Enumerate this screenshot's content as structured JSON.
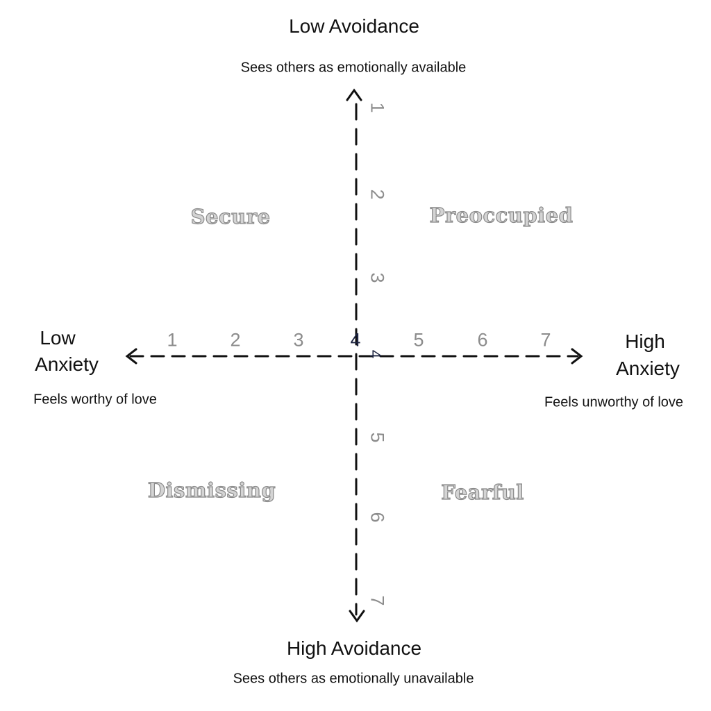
{
  "top": {
    "title": "Low Avoidance",
    "subtitle": "Sees others as emotionally available"
  },
  "bottom": {
    "title": "High Avoidance",
    "subtitle": "Sees others as emotionally unavailable"
  },
  "left": {
    "title_line1": "Low",
    "title_line2": "Anxiety",
    "subtitle": "Feels worthy of love"
  },
  "right": {
    "title_line1": "High",
    "title_line2": "Anxiety",
    "subtitle": "Feels unworthy of love"
  },
  "quadrants": {
    "top_left": "Secure",
    "top_right": "Preoccupied",
    "bottom_left": "Dismissing",
    "bottom_right": "Fearful"
  },
  "horizontal_ticks": [
    "1",
    "2",
    "3",
    "4",
    "5",
    "6",
    "7"
  ],
  "vertical_ticks": [
    "1",
    "2",
    "3",
    "4",
    "5",
    "6",
    "7"
  ]
}
